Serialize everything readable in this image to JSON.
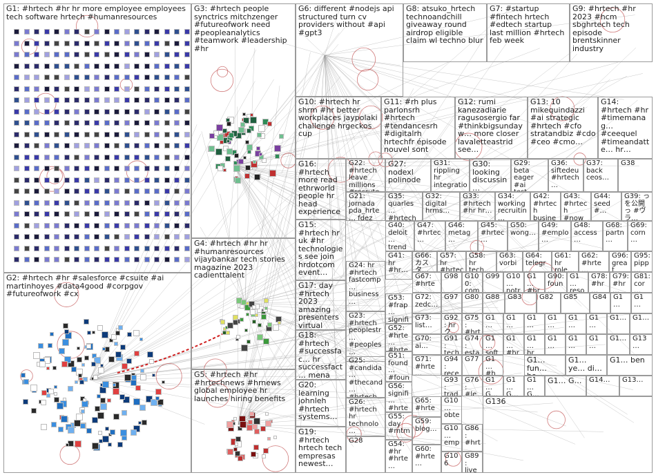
{
  "groups": [
    {
      "id": "G1",
      "label": "G1: #hrtech #hr hr more employee employees tech software hrtech #humanresources",
      "color": "#3a3aa8"
    },
    {
      "id": "G2",
      "label": "G2: #hrtech #hr #salesforce #csuite #ai martinhoyes #data4good #corpgov #futureofwork #cx",
      "color": "#1f6fc2"
    },
    {
      "id": "G3",
      "label": "G3: #hrtech people synctrics mitchzenger #futureofwork need #peopleanalytics #teamwork #leadership #hr",
      "color": "#2e8b57"
    },
    {
      "id": "G4",
      "label": "G4: #hrtech #hr hr #humanresources vijaybankar tech stories magazine 2023 cadienttalent",
      "color": "#3c9a3c"
    },
    {
      "id": "G5",
      "label": "G5: #hrtech #hr #hrtechnews #hrnews global employee hr launches hiring benefits",
      "color": "#c03030"
    },
    {
      "id": "G6",
      "label": "G6: different #nodejs api structured turn cv providers without #api #gpt3",
      "color": "#3b5cc4"
    },
    {
      "id": "G7",
      "label": "G7: #startup #fintech hrtech #edtech startup last million #hrtech feb week",
      "color": "#d4a017"
    },
    {
      "id": "G8",
      "label": "G8: atsuko_hrtech technoandchill giveaway round airdrop eligible claim wl techno blur",
      "color": "#9acd32"
    },
    {
      "id": "G9",
      "label": "G9: #hrtech #hr 2023 #hcm sbghrtech tech episode brentskinner industry",
      "color": "#c71585"
    },
    {
      "id": "G10",
      "label": "G10: #hrtech hr shrm #hr better workplaces jaypolaki challenge hrgeckos cup",
      "color": "#ff8c00"
    },
    {
      "id": "G11",
      "label": "G11: #rh plus parlonsrh #hrtech #tendancesrh #digitalrh hrtechfr épisode nouvel sont",
      "color": "#8a2be2"
    },
    {
      "id": "G12",
      "label": "G12: rumi kanezadiarie ragusosergio far #thinkbigsundayw… more closer lavaletteastrid see…",
      "color": "#6b8e23"
    },
    {
      "id": "G13",
      "label": "G13: 10 mikequindazzi #ai strategic #hrtech #cfo stratandbiz #cdo #ceo #cmo…",
      "color": "#4682b4"
    },
    {
      "id": "G14",
      "label": "G14: #hrtech #hr #timemanag… #ceequel #timeandatte… hr…",
      "color": "#708090"
    },
    {
      "id": "G15",
      "label": "G15: #hrtech hr uk #hr technologies see join hrdotcom event…",
      "color": "#556b2f"
    },
    {
      "id": "G16",
      "label": "G16: #hrtech more read ethrworld people hr head experience…",
      "color": "#2f4f4f"
    },
    {
      "id": "G17",
      "label": "G17: day #hrtech 2023 amazing presenters virtual huge…",
      "color": "#8b4513"
    },
    {
      "id": "G18",
      "label": "G18: #hrtech #successfac… hr successfact… mena tech…",
      "color": "#1e90ff"
    },
    {
      "id": "G19",
      "label": "G19: #hrtech hrtech tech empresas newest…",
      "color": "#b22222"
    },
    {
      "id": "G20",
      "label": "G20: learning johnleh #hrtech systems…",
      "color": "#228b22"
    },
    {
      "id": "G21",
      "label": "G21: jornada pda_hrte… fdez pablo #ucamflo…",
      "color": "#6a5acd"
    },
    {
      "id": "G22",
      "label": "G22: #hrtech leave millions #recrute…",
      "color": "#20b2aa"
    },
    {
      "id": "G23",
      "label": "G23: #hrtech peoplestr… #peoples…",
      "color": "#4169e1"
    },
    {
      "id": "G24",
      "label": "G24: hr #hrtech fastcomp… business…",
      "color": "#a0522d"
    },
    {
      "id": "G25",
      "label": "G25: #candida… #thecand… #hrtech…",
      "color": "#daa520"
    },
    {
      "id": "G26",
      "label": "G26: #hrtech hr technolo… #humanr…",
      "color": "#5f9ea0"
    },
    {
      "id": "G27",
      "label": "G27: nodexl polinode",
      "color": "#808080"
    },
    {
      "id": "G28",
      "label": "G28",
      "color": "#808080"
    },
    {
      "id": "G29",
      "label": "G29: beta eager #ai test…",
      "color": "#808080"
    },
    {
      "id": "G30",
      "label": "G30: looking discussin…",
      "color": "#808080"
    },
    {
      "id": "G31",
      "label": "G31: rippling hr integratio…",
      "color": "#808080"
    },
    {
      "id": "G32",
      "label": "G32: digital hrms…",
      "color": "#808080"
    },
    {
      "id": "G33",
      "label": "G33: #hrtech #hr hr…",
      "color": "#808080"
    },
    {
      "id": "G34",
      "label": "G34: working recruitin…",
      "color": "#808080"
    },
    {
      "id": "G35",
      "label": "G35: quarles… #hrtech…",
      "color": "#808080"
    },
    {
      "id": "G36",
      "label": "G36: siftedeu #hrtech…",
      "color": "#808080"
    },
    {
      "id": "G37",
      "label": "G37: back ceos…",
      "color": "#808080"
    },
    {
      "id": "G38",
      "label": "G38",
      "color": "#808080"
    },
    {
      "id": "G39",
      "label": "G39: っ を公開っ #ヴラ…",
      "color": "#808080"
    },
    {
      "id": "G40",
      "label": "G40: deloit… trend…",
      "color": "#808080"
    },
    {
      "id": "G41",
      "label": "G41: hr #hr…",
      "color": "#808080"
    },
    {
      "id": "G42",
      "label": "G42: #hrtech busine…",
      "color": "#808080"
    },
    {
      "id": "G43",
      "label": "G43: #hrtech #now…",
      "color": "#808080"
    },
    {
      "id": "G44",
      "label": "G44: seed #…",
      "color": "#808080"
    },
    {
      "id": "G45",
      "label": "G45: #hrtec…",
      "color": "#808080"
    },
    {
      "id": "G46",
      "label": "G46: metag…",
      "color": "#808080"
    },
    {
      "id": "G47",
      "label": "G47: #hrtec…",
      "color": "#808080"
    },
    {
      "id": "G48",
      "label": "G48: access…",
      "color": "#808080"
    },
    {
      "id": "G49",
      "label": "G49: #emplo…",
      "color": "#808080"
    },
    {
      "id": "G50",
      "label": "G50: wong…",
      "color": "#808080"
    },
    {
      "id": "G51",
      "label": "G51: found… #foun…",
      "color": "#808080"
    },
    {
      "id": "G52",
      "label": "G52: #hrte… #hrte…",
      "color": "#808080"
    },
    {
      "id": "G53",
      "label": "G53: #frap… signifi…",
      "color": "#808080"
    },
    {
      "id": "G54",
      "label": "G54: #hr #hrte…",
      "color": "#808080"
    },
    {
      "id": "G55",
      "label": "G55: day #mtm…",
      "color": "#808080"
    },
    {
      "id": "G56",
      "label": "G56: signifi… #hrte…",
      "color": "#808080"
    },
    {
      "id": "G57",
      "label": "G57: hr #hrtec…",
      "color": "#808080"
    },
    {
      "id": "G58",
      "label": "G58: hr tech…",
      "color": "#808080"
    },
    {
      "id": "G59",
      "label": "G59: blog…",
      "color": "#808080"
    },
    {
      "id": "G60",
      "label": "G60: #hrte…",
      "color": "#808080"
    },
    {
      "id": "G61",
      "label": "G61: hr role…",
      "color": "#808080"
    },
    {
      "id": "G62",
      "label": "G62: #hrte…",
      "color": "#808080"
    },
    {
      "id": "G63",
      "label": "G63: vorbi…",
      "color": "#808080"
    },
    {
      "id": "G64",
      "label": "G64: telegr…",
      "color": "#808080"
    },
    {
      "id": "G65",
      "label": "G65: #hrte…",
      "color": "#808080"
    },
    {
      "id": "G66",
      "label": "G66: カスタ…",
      "color": "#808080"
    },
    {
      "id": "G67",
      "label": "G67: #hrte…",
      "color": "#808080"
    },
    {
      "id": "G68",
      "label": "G68: partn…",
      "color": "#808080"
    },
    {
      "id": "G69",
      "label": "G69: corn…",
      "color": "#808080"
    },
    {
      "id": "G70",
      "label": "G70: ai…",
      "color": "#808080"
    },
    {
      "id": "G71",
      "label": "G71: #hrte…",
      "color": "#808080"
    },
    {
      "id": "G72",
      "label": "G72: zedc…",
      "color": "#808080"
    },
    {
      "id": "G73",
      "label": "G73: list…",
      "color": "#808080"
    },
    {
      "id": "G74",
      "label": "G74: esta…",
      "color": "#808080"
    },
    {
      "id": "G75",
      "label": "G75: #hrt…",
      "color": "#808080"
    },
    {
      "id": "G76",
      "label": "G76: #lev…",
      "color": "#808080"
    },
    {
      "id": "G77",
      "label": "G77",
      "color": "#808080"
    },
    {
      "id": "G78",
      "label": "G78: #hr…",
      "color": "#808080"
    },
    {
      "id": "G79",
      "label": "G79: #hr…",
      "color": "#808080"
    },
    {
      "id": "G80",
      "label": "G80",
      "color": "#808080"
    },
    {
      "id": "G81",
      "label": "G81: cor…",
      "color": "#808080"
    },
    {
      "id": "G82",
      "label": "G82",
      "color": "#808080"
    },
    {
      "id": "G83",
      "label": "G83",
      "color": "#808080"
    },
    {
      "id": "G84",
      "label": "G84",
      "color": "#808080"
    },
    {
      "id": "G85",
      "label": "G85",
      "color": "#808080"
    },
    {
      "id": "G86",
      "label": "G86: #hrt…",
      "color": "#808080"
    },
    {
      "id": "G87",
      "label": "G87",
      "color": "#808080"
    },
    {
      "id": "G88",
      "label": "G88",
      "color": "#808080"
    },
    {
      "id": "G89",
      "label": "G89: live…",
      "color": "#808080"
    },
    {
      "id": "G90",
      "label": "G90: foun…",
      "color": "#808080"
    },
    {
      "id": "G91",
      "label": "G91: tech",
      "color": "#808080"
    },
    {
      "id": "G92",
      "label": "G92: hrク…",
      "color": "#808080"
    },
    {
      "id": "G93",
      "label": "G93: tradi…",
      "color": "#808080"
    },
    {
      "id": "G94",
      "label": "G94: rece…",
      "color": "#808080"
    },
    {
      "id": "G95",
      "label": "G95: pipp…",
      "color": "#808080"
    },
    {
      "id": "G96",
      "label": "G96: great",
      "color": "#808080"
    },
    {
      "id": "G97",
      "label": "G97",
      "color": "#808080"
    },
    {
      "id": "G98",
      "label": "G98",
      "color": "#808080"
    },
    {
      "id": "G99",
      "label": "G99",
      "color": "#808080"
    },
    {
      "id": "G100",
      "label": "G100: com…",
      "color": "#808080"
    },
    {
      "id": "G101",
      "label": "G10… notr…",
      "color": "#808080"
    },
    {
      "id": "G102",
      "label": "G1… #hr…",
      "color": "#808080"
    },
    {
      "id": "G103",
      "label": "G10… obte…",
      "color": "#808080"
    },
    {
      "id": "G104",
      "label": "G10… emp…",
      "color": "#808080"
    },
    {
      "id": "G106",
      "label": "G106",
      "color": "#808080"
    },
    {
      "id": "G107",
      "label": "G1… reso…",
      "color": "#808080"
    },
    {
      "id": "G108",
      "label": "G1…",
      "color": "#808080"
    },
    {
      "id": "G109",
      "label": "G1…",
      "color": "#808080"
    },
    {
      "id": "G110",
      "label": "G1…",
      "color": "#808080"
    },
    {
      "id": "G111",
      "label": "G1… soft…",
      "color": "#808080"
    },
    {
      "id": "G112",
      "label": "G1…",
      "color": "#808080"
    },
    {
      "id": "G113",
      "label": "G1…",
      "color": "#808080"
    },
    {
      "id": "G114",
      "label": "G1…",
      "color": "#808080"
    },
    {
      "id": "G115",
      "label": "G1…",
      "color": "#808080"
    },
    {
      "id": "G116",
      "label": "G1…",
      "color": "#808080"
    },
    {
      "id": "G117",
      "label": "G1… #hr…",
      "color": "#808080"
    },
    {
      "id": "G118",
      "label": "G1… #h…",
      "color": "#808080"
    },
    {
      "id": "G119",
      "label": "G1… fun… ho…",
      "color": "#808080"
    },
    {
      "id": "G120",
      "label": "G1… ye… di…",
      "color": "#808080"
    },
    {
      "id": "G121",
      "label": "G1… ben",
      "color": "#808080"
    },
    {
      "id": "G122",
      "label": "G1… G…",
      "color": "#808080"
    },
    {
      "id": "G123",
      "label": "G1… hr",
      "color": "#808080"
    },
    {
      "id": "G124",
      "label": "G1…",
      "color": "#808080"
    },
    {
      "id": "G125",
      "label": "G1…",
      "color": "#808080"
    },
    {
      "id": "G126",
      "label": "G1… G…",
      "color": "#808080"
    },
    {
      "id": "G127",
      "label": "G1… G…",
      "color": "#808080"
    },
    {
      "id": "G128",
      "label": "G1… G…",
      "color": "#808080"
    },
    {
      "id": "G130",
      "label": "G1…",
      "color": "#808080"
    },
    {
      "id": "G131",
      "label": "G1…",
      "color": "#808080"
    },
    {
      "id": "G132",
      "label": "G1…",
      "color": "#808080"
    },
    {
      "id": "G133",
      "label": "G1…",
      "color": "#808080"
    },
    {
      "id": "G134",
      "label": "G14…",
      "color": "#808080"
    },
    {
      "id": "G135",
      "label": "G13…",
      "color": "#808080"
    },
    {
      "id": "G136",
      "label": "G136",
      "color": "#808080"
    },
    {
      "id": "G137",
      "label": "G13…",
      "color": "#808080"
    }
  ]
}
